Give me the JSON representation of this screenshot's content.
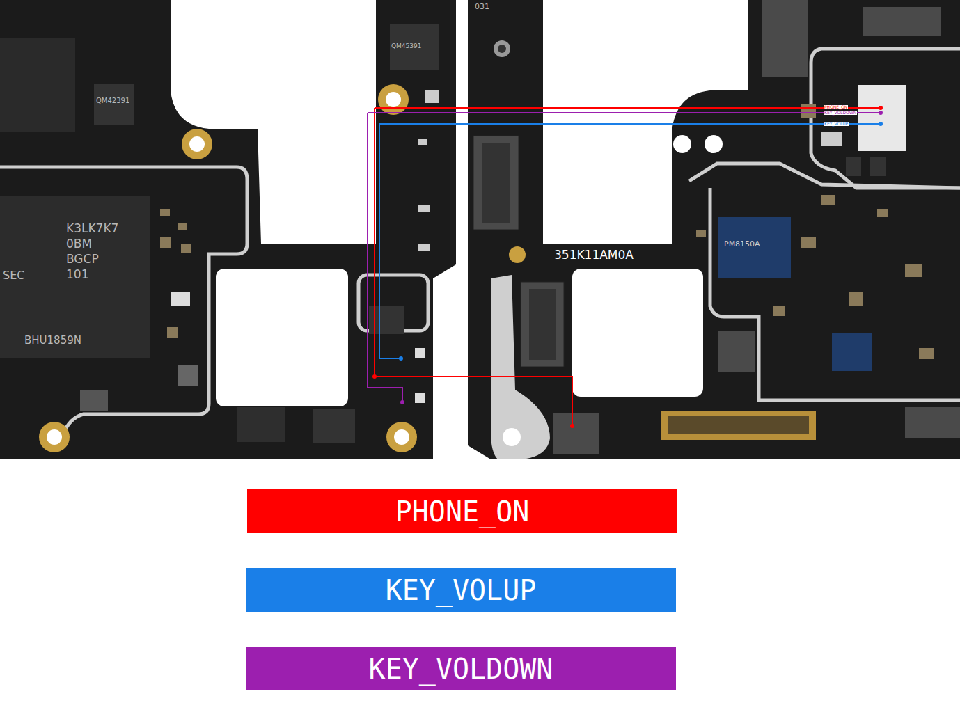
{
  "diagram": {
    "labels": [
      "K3LK7K7",
      "0BM",
      "BGCP",
      "101",
      "SEC",
      "BHU1859N",
      "QM42391",
      "QM45391",
      "031",
      "351K11AM0A",
      "PM8150A",
      "PHONE_ON",
      "KEY_VOLDOWN",
      "KEY_VOLUP"
    ],
    "legend": [
      {
        "text": "PHONE_ON",
        "color": "#ff0000"
      },
      {
        "text": "KEY_VOLUP",
        "color": "#1a7fe8"
      },
      {
        "text": "KEY_VOLDOWN",
        "color": "#9c1faf"
      }
    ]
  }
}
